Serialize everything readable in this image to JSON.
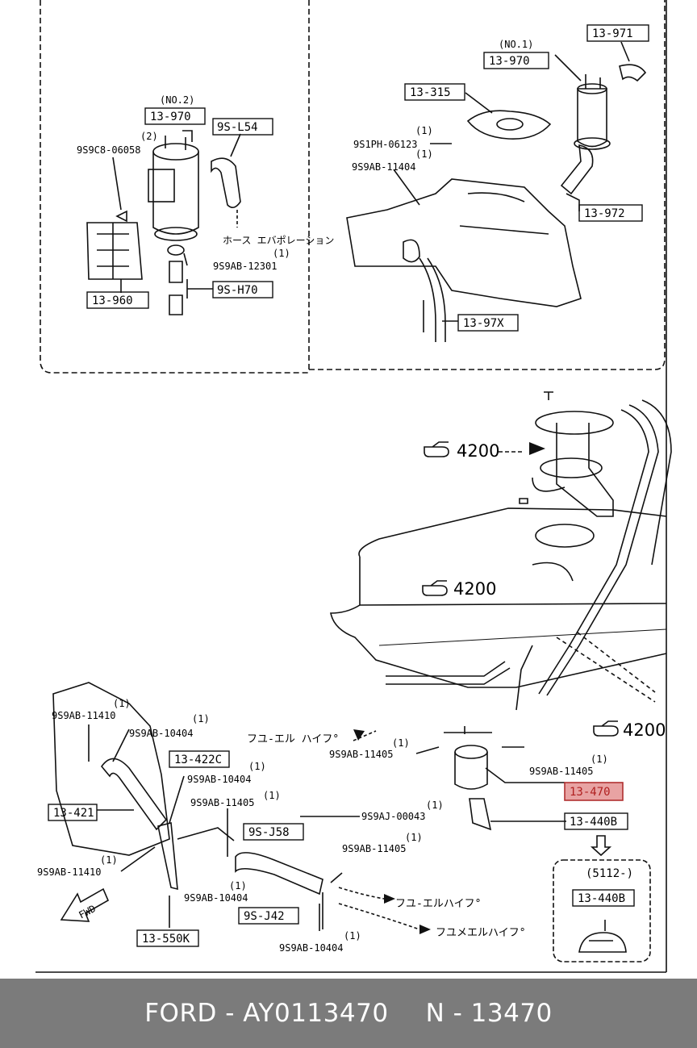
{
  "footer": {
    "left_text": "FORD - AY0113470",
    "right_text": "N - 13470"
  },
  "highlight_color": "#e8a3a3",
  "inset_left": {
    "title_no": "(NO.2)",
    "part_970": "13-970",
    "qty2": "(2)",
    "bolt": "9S9C8-06058",
    "hose_l54": "9S-L54",
    "jp_hose": "ホース エバポレーション",
    "qty1": "(1)",
    "clamp": "9S9AB-12301",
    "hose_h70": "9S-H70",
    "bracket": "13-960"
  },
  "inset_right": {
    "title_no": "(NO.1)",
    "part_970": "13-970",
    "part_971": "13-971",
    "gasket": "13-315",
    "qty_a": "(1)",
    "screw": "9S1PH-06123",
    "qty_b": "(1)",
    "clamp": "9S9AB-11404",
    "part_972": "13-972",
    "pipe": "13-97X"
  },
  "main": {
    "ref_a": "4200",
    "ref_b": "4200",
    "ref_c": "4200",
    "q1": "(1)",
    "p1": "9S9AB-11410",
    "q2": "(1)",
    "p2": "9S9AB-10404",
    "p3": "13-422C",
    "q4": "(1)",
    "p4": "9S9AB-10404",
    "jp_fuel_pipe": "フユ-エル ハイフ°",
    "q5": "(1)",
    "p5": "9S9AB-11405",
    "q6": "(1)",
    "p6": "9S9AB-11405",
    "p7": "13-470",
    "p8": "13-421",
    "q9": "(1)",
    "p9": "9S9AB-11405",
    "q10": "(1)",
    "p10": "9S9AJ-00043",
    "p11": "13-440B",
    "p12": "9S-J58",
    "q13": "(1)",
    "p13": "9S9AB-11405",
    "q14": "(1)",
    "p14": "9S9AB-11410",
    "q15": "(1)",
    "p15": "9S9AB-10404",
    "jp_fuel_pipe2": "フユ-エルハイフ°",
    "p16": "9S-J42",
    "jp_fuel_pipe3": "フユメエルハイフ°",
    "q17": "(1)",
    "p17": "9S9AB-10404",
    "p18": "13-550K",
    "fwd": "FWD",
    "sub_range": "(5112-)",
    "sub_part": "13-440B"
  }
}
